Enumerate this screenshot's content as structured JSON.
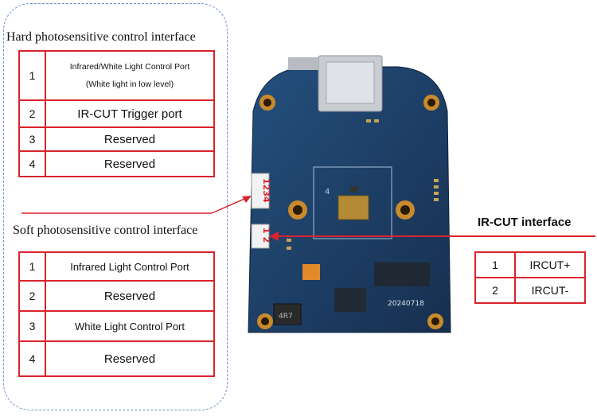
{
  "hard_interface": {
    "title": "Hard photosensitive control interface",
    "rows": [
      {
        "pin": "1",
        "line1": "Infrared/White Light Control Port",
        "line2": "(White light in low level)"
      },
      {
        "pin": "2",
        "desc": "IR-CUT Trigger port"
      },
      {
        "pin": "3",
        "desc": "Reserved"
      },
      {
        "pin": "4",
        "desc": "Reserved"
      }
    ]
  },
  "soft_interface": {
    "title": "Soft photosensitive control interface",
    "rows": [
      {
        "pin": "1",
        "desc": "Infrared Light Control Port"
      },
      {
        "pin": "2",
        "desc": "Reserved"
      },
      {
        "pin": "3",
        "desc": "White Light Control Port"
      },
      {
        "pin": "4",
        "desc": "Reserved"
      }
    ]
  },
  "ircut_interface": {
    "title": "IR-CUT interface",
    "rows": [
      {
        "pin": "1",
        "desc": "IRCUT+"
      },
      {
        "pin": "2",
        "desc": "IRCUT-"
      }
    ]
  },
  "board": {
    "connector_4pin_label": "1234",
    "connector_2pin_label": "1 2",
    "silkscreen_date": "20240718",
    "silkscreen_mark": "4",
    "inductor_mark": "4R7",
    "pcb_color": "#1e3f66",
    "annotation_color": "#d9232d"
  }
}
